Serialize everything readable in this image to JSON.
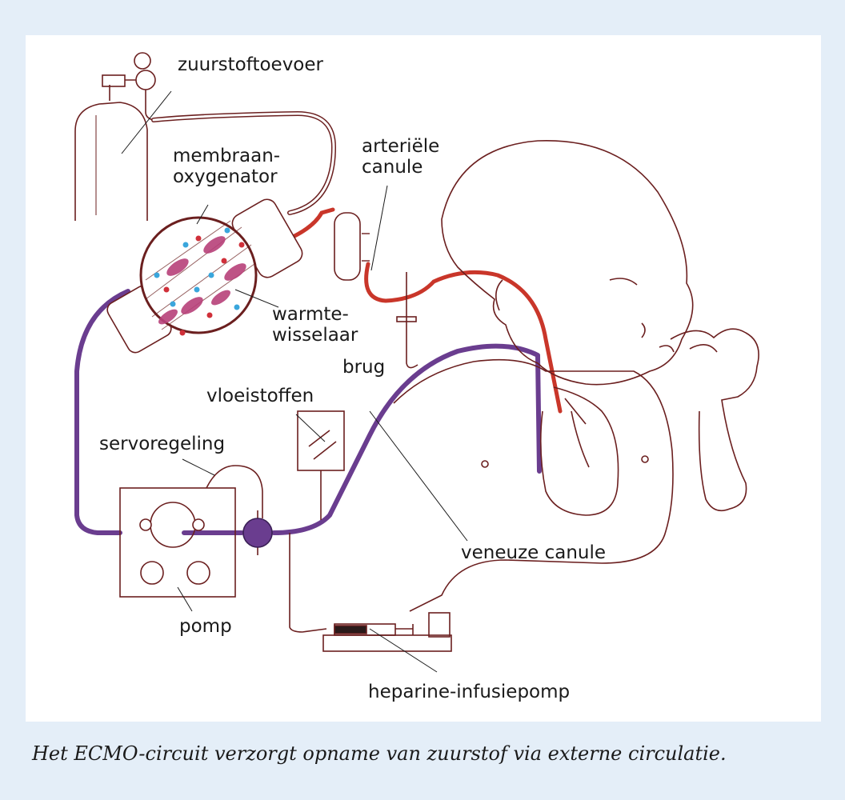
{
  "labels": {
    "oxygen_supply": "zuurstoftoevoer",
    "membrane_oxygenator": "membraan-\noxygenator",
    "arterial_cannula": "arteriële\ncanule",
    "heat_exchanger": "warmte-\nwisselaar",
    "bridge": "brug",
    "fluids": "vloeistoffen",
    "servo_control": "servoregeling",
    "venous_cannula": "veneuze canule",
    "pump": "pomp",
    "heparin_pump": "heparine-infusiepomp"
  },
  "caption": "Het ECMO-circuit verzorgt opname van zuurstof via externe circulatie.",
  "colors": {
    "background": "#e4eef8",
    "panel": "#ffffff",
    "line_art": "#6b1f1f",
    "arterial_tube": "#c9362a",
    "venous_tube": "#6a3d8f",
    "blood_cell": "#b8417a",
    "oxygen_dot_red": "#d0303a",
    "oxygen_dot_blue": "#3aa6dc"
  }
}
